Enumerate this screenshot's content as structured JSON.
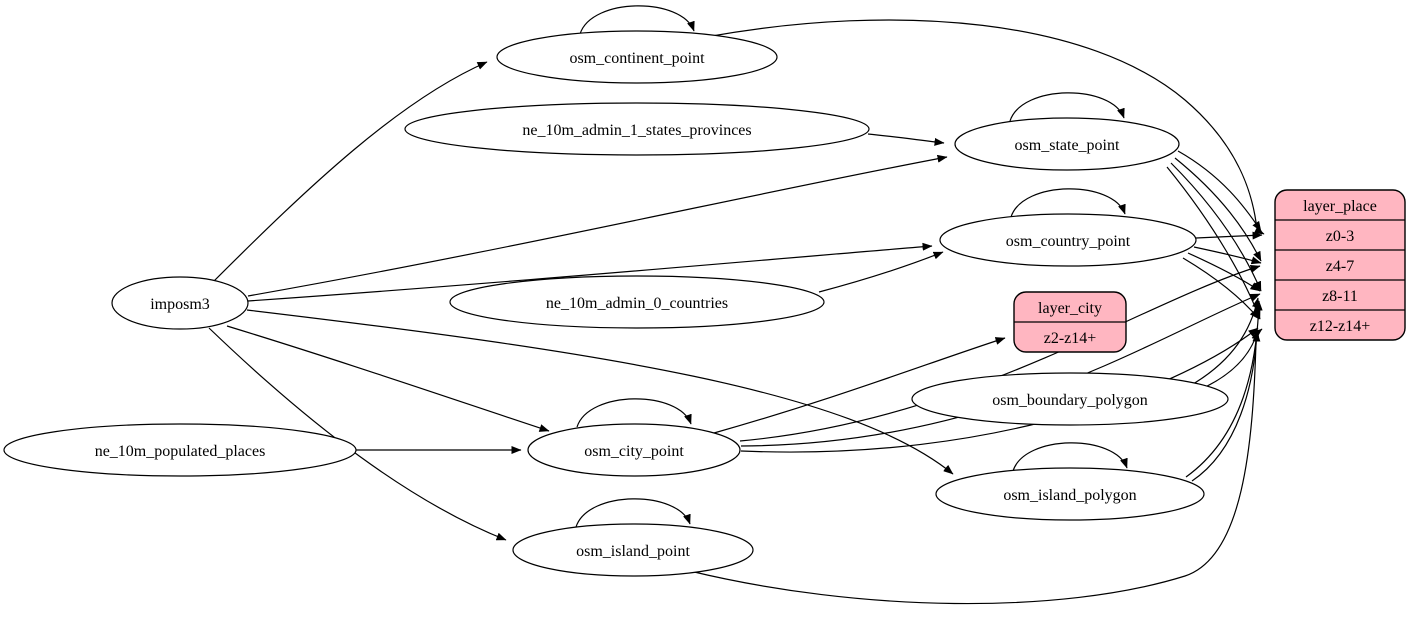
{
  "colors": {
    "background": "#ffffff",
    "node_fill": "#ffffff",
    "node_stroke": "#000000",
    "edge_color": "#000000",
    "layer_fill": "#ffb6c1"
  },
  "nodes": {
    "imposm3": "imposm3",
    "osm_continent_point": "osm_continent_point",
    "ne_10m_admin_1_states_provinces": "ne_10m_admin_1_states_provinces",
    "osm_state_point": "osm_state_point",
    "osm_country_point": "osm_country_point",
    "ne_10m_admin_0_countries": "ne_10m_admin_0_countries",
    "osm_boundary_polygon": "osm_boundary_polygon",
    "osm_island_polygon": "osm_island_polygon",
    "osm_city_point": "osm_city_point",
    "ne_10m_populated_places": "ne_10m_populated_places",
    "osm_island_point": "osm_island_point"
  },
  "layer_city": {
    "title": "layer_city",
    "rows": [
      "z2-z14+"
    ]
  },
  "layer_place": {
    "title": "layer_place",
    "rows": [
      "z0-3",
      "z4-7",
      "z8-11",
      "z12-z14+"
    ]
  }
}
